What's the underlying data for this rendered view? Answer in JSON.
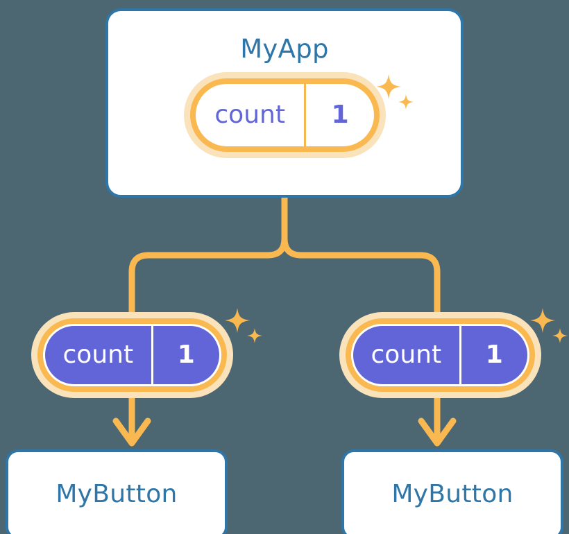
{
  "background_color": "#4c6672",
  "palette": {
    "card_border_blue": "#2e76a8",
    "title_blue": "#2e76a8",
    "pill_ring_orange": "#f9b950",
    "pill_halo_orange": "#fae2bb",
    "pill_fill_purple": "#6265d8",
    "connector_orange": "#f9b950",
    "card_fill_white": "#ffffff"
  },
  "app": {
    "title": "MyApp",
    "state_pill": {
      "key": "count",
      "value": "1",
      "style": "white-fill"
    }
  },
  "children": [
    {
      "id": "left",
      "state_pill": {
        "key": "count",
        "value": "1",
        "style": "purple-fill"
      },
      "button": {
        "label": "MyButton"
      }
    },
    {
      "id": "right",
      "state_pill": {
        "key": "count",
        "value": "1",
        "style": "purple-fill"
      },
      "button": {
        "label": "MyButton"
      }
    }
  ],
  "connectors": {
    "trunk_label": "",
    "arrow_style": "chevron-head"
  },
  "icons": {
    "sparkle_large": "sparkle-four-point-icon",
    "sparkle_small": "sparkle-four-point-small-icon",
    "arrow_down": "arrow-down-icon"
  }
}
